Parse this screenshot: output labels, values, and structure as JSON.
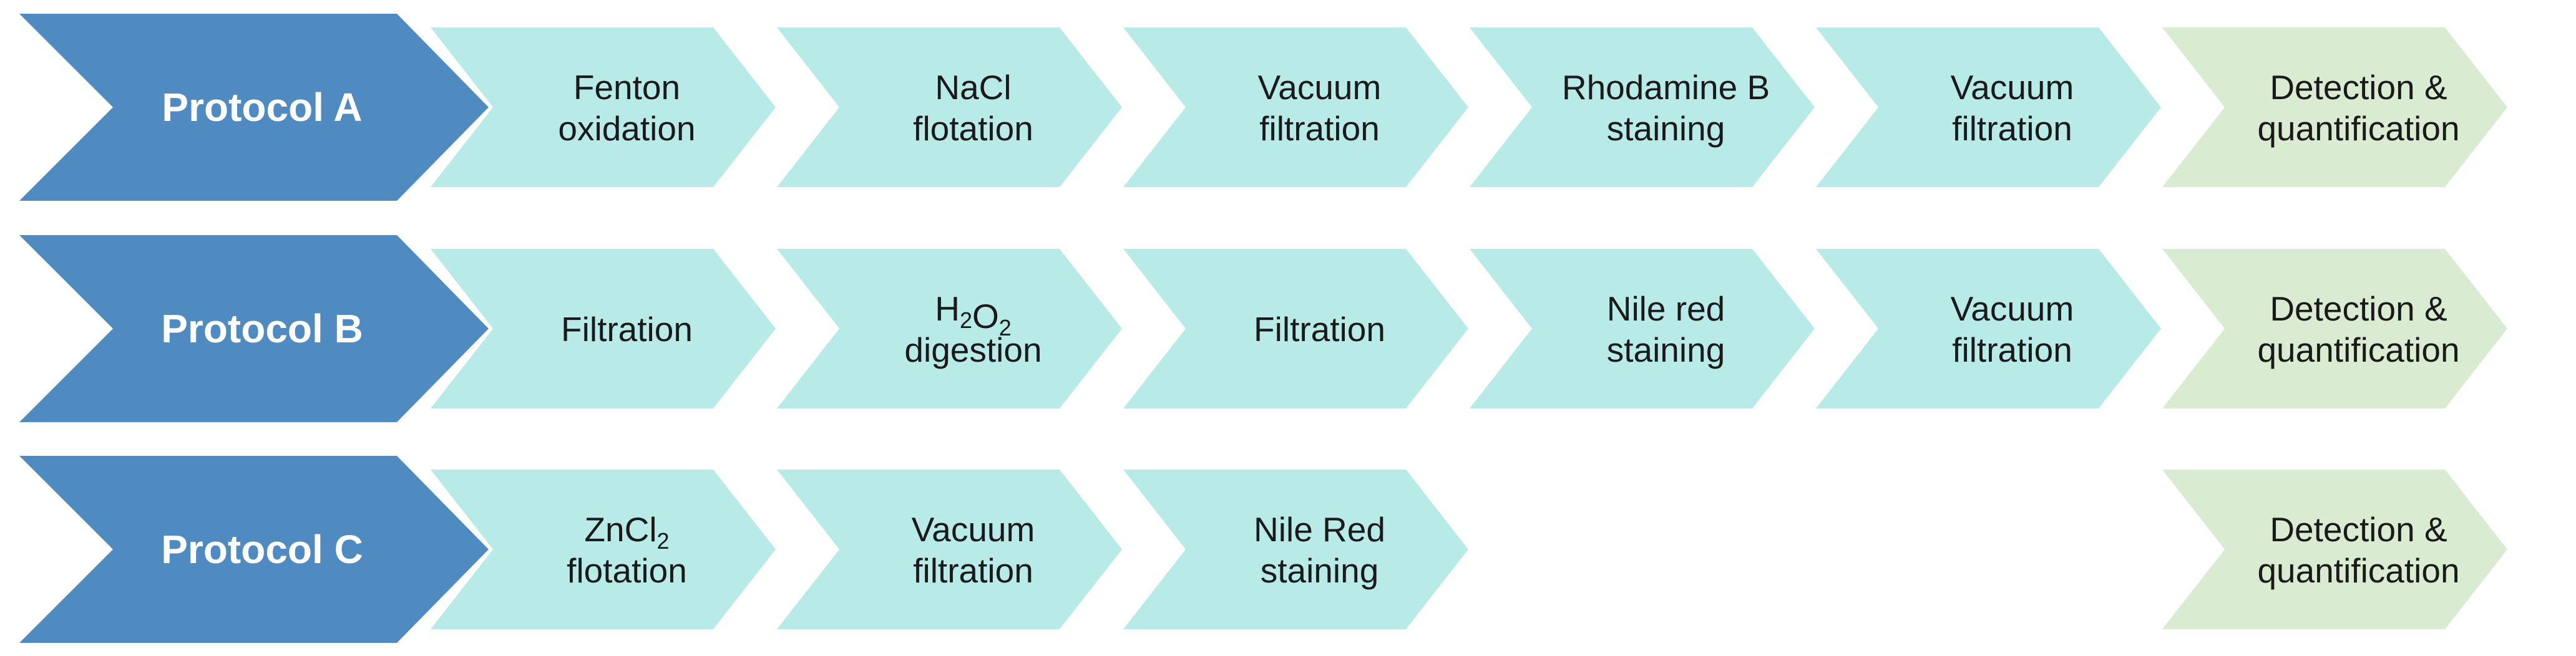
{
  "colors": {
    "protocol_fill": "#4f8bc0",
    "step_fill": "#b8eae7",
    "final_fill": "#d9ecd2",
    "protocol_text": "#ffffff",
    "step_text": "#1a1a1a"
  },
  "protocols": [
    {
      "name": "Protocol A",
      "steps": [
        {
          "col": 0,
          "lines": [
            [
              {
                "t": "Fenton"
              }
            ],
            [
              {
                "t": "oxidation"
              }
            ]
          ]
        },
        {
          "col": 1,
          "lines": [
            [
              {
                "t": "NaCl"
              }
            ],
            [
              {
                "t": "flotation"
              }
            ]
          ]
        },
        {
          "col": 2,
          "lines": [
            [
              {
                "t": "Vacuum"
              }
            ],
            [
              {
                "t": "filtration"
              }
            ]
          ]
        },
        {
          "col": 3,
          "lines": [
            [
              {
                "t": "Rhodamine B"
              }
            ],
            [
              {
                "t": "staining"
              }
            ]
          ]
        },
        {
          "col": 4,
          "lines": [
            [
              {
                "t": "Vacuum"
              }
            ],
            [
              {
                "t": "filtration"
              }
            ]
          ]
        },
        {
          "col": 5,
          "final": true,
          "lines": [
            [
              {
                "t": "Detection &"
              }
            ],
            [
              {
                "t": "quantification"
              }
            ]
          ]
        }
      ]
    },
    {
      "name": "Protocol B",
      "steps": [
        {
          "col": 0,
          "lines": [
            [
              {
                "t": "Filtration"
              }
            ]
          ]
        },
        {
          "col": 1,
          "lines": [
            [
              {
                "t": "H"
              },
              {
                "t": "2",
                "sub": true
              },
              {
                "t": "O"
              },
              {
                "t": "2",
                "sub": true
              }
            ],
            [
              {
                "t": "digestion"
              }
            ]
          ]
        },
        {
          "col": 2,
          "lines": [
            [
              {
                "t": "Filtration"
              }
            ]
          ]
        },
        {
          "col": 3,
          "lines": [
            [
              {
                "t": "Nile red"
              }
            ],
            [
              {
                "t": "staining"
              }
            ]
          ]
        },
        {
          "col": 4,
          "lines": [
            [
              {
                "t": "Vacuum"
              }
            ],
            [
              {
                "t": "filtration"
              }
            ]
          ]
        },
        {
          "col": 5,
          "final": true,
          "lines": [
            [
              {
                "t": "Detection &"
              }
            ],
            [
              {
                "t": "quantification"
              }
            ]
          ]
        }
      ]
    },
    {
      "name": "Protocol C",
      "steps": [
        {
          "col": 0,
          "lines": [
            [
              {
                "t": "ZnCl"
              },
              {
                "t": "2",
                "sub": true
              }
            ],
            [
              {
                "t": "flotation"
              }
            ]
          ]
        },
        {
          "col": 1,
          "lines": [
            [
              {
                "t": "Vacuum"
              }
            ],
            [
              {
                "t": "filtration"
              }
            ]
          ]
        },
        {
          "col": 2,
          "lines": [
            [
              {
                "t": "Nile Red"
              }
            ],
            [
              {
                "t": "staining"
              }
            ]
          ]
        },
        {
          "col": 5,
          "final": true,
          "lines": [
            [
              {
                "t": "Detection &"
              }
            ],
            [
              {
                "t": "quantification"
              }
            ]
          ]
        }
      ]
    }
  ]
}
